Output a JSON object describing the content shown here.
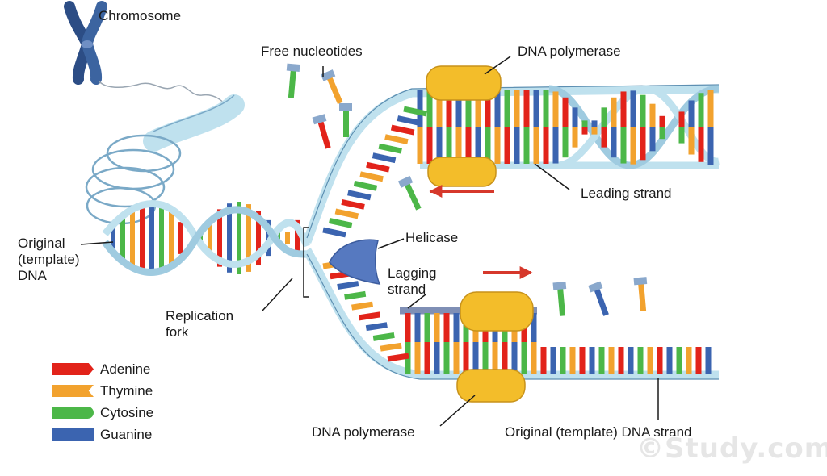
{
  "labels": {
    "chromosome": "Chromosome",
    "free_nucleotides": "Free nucleotides",
    "dna_polymerase_top": "DNA polymerase",
    "leading_strand": "Leading strand",
    "original_dna_line1": "Original",
    "original_dna_line2": "(template)",
    "original_dna_line3": "DNA",
    "helicase": "Helicase",
    "lagging_line1": "Lagging",
    "lagging_line2": "strand",
    "replication_line1": "Replication",
    "replication_line2": "fork",
    "dna_polymerase_bottom": "DNA polymerase",
    "template_strand": "Original (template) DNA strand"
  },
  "legend": [
    {
      "name": "Adenine",
      "color": "#e2231a"
    },
    {
      "name": "Thymine",
      "color": "#f2a22e"
    },
    {
      "name": "Cytosine",
      "color": "#4cb748"
    },
    {
      "name": "Guanine",
      "color": "#3b64b0"
    }
  ],
  "colors": {
    "backbone": "#bfe1ee",
    "backbone_edge": "#5d8fb2",
    "chromosome": "#3c64a0",
    "polymerase": "#f3bd2a",
    "helicase": "#5679c0",
    "arrow": "#d6382b"
  },
  "watermark": "©Study.com"
}
